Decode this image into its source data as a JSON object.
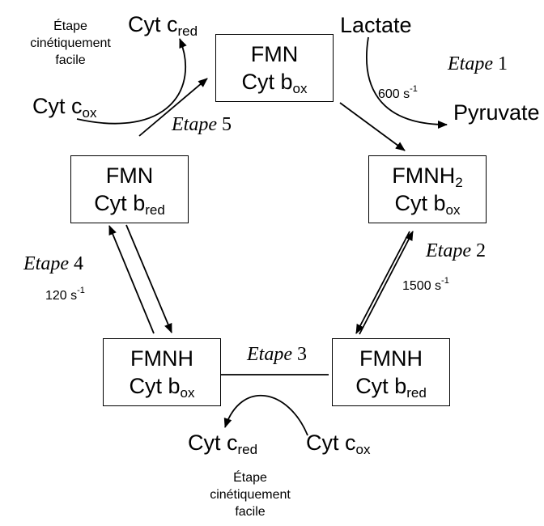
{
  "boxes": {
    "top": {
      "line1": "FMN",
      "line2_base": "Cyt b",
      "line2_sub": "ox"
    },
    "left": {
      "line1": "FMN",
      "line2_base": "Cyt b",
      "line2_sub": "red"
    },
    "right": {
      "line1_base": "FMNH",
      "line1_sub": "2",
      "line2_base": "Cyt b",
      "line2_sub": "ox"
    },
    "bottom_left": {
      "line1": "FMNH",
      "line2_base": "Cyt b",
      "line2_sub": "ox"
    },
    "bottom_right": {
      "line1": "FMNH",
      "line2_base": "Cyt b",
      "line2_sub": "red"
    }
  },
  "steps": {
    "s1": {
      "word": "Etape",
      "num": "1"
    },
    "s2": {
      "word": "Etape",
      "num": "2"
    },
    "s3": {
      "word": "Etape",
      "num": "3"
    },
    "s4": {
      "word": "Etape",
      "num": "4"
    },
    "s5": {
      "word": "Etape",
      "num": "5"
    }
  },
  "rates": {
    "k1": {
      "value": "600 s",
      "exp": "-1"
    },
    "k2": {
      "value": "1500 s",
      "exp": "-1"
    },
    "k4": {
      "value": "120 s",
      "exp": "-1"
    }
  },
  "species": {
    "lactate": "Lactate",
    "pyruvate": "Pyruvate",
    "cytc_red_top": {
      "base": "Cyt c",
      "sub": "red"
    },
    "cytc_ox_top": {
      "base": "Cyt c",
      "sub": "ox"
    },
    "cytc_red_bot": {
      "base": "Cyt c",
      "sub": "red"
    },
    "cytc_ox_bot": {
      "base": "Cyt c",
      "sub": "ox"
    }
  },
  "notes": {
    "top": {
      "l1": "Étape",
      "l2": "cinétiquement",
      "l3": "facile"
    },
    "bottom": {
      "l1": "Étape",
      "l2": "cinétiquement",
      "l3": "facile"
    }
  },
  "colors": {
    "line": "#000000",
    "background": "#ffffff"
  }
}
